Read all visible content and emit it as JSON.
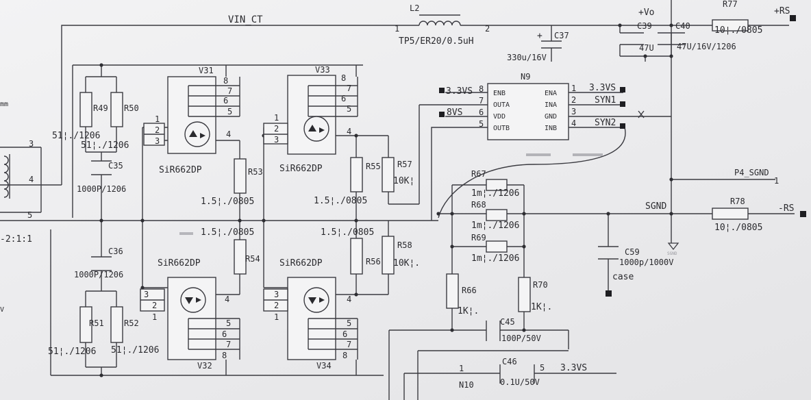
{
  "nets": {
    "vin_ct": "VIN_CT",
    "vo": "+Vo",
    "rs_pos": "+RS",
    "rs_neg": "-RS",
    "sgnd": "SGND",
    "p4_sgnd": "P4_SGND",
    "p4_pin": "1",
    "v33_left": "3.3VS",
    "v33_right": "3.3VS",
    "v33_bottom": "3.3VS",
    "v8": "8VS",
    "syn1": "SYN1",
    "syn2": "SYN2",
    "case": "case",
    "gnd_sym": "SGND"
  },
  "inductor": {
    "ref": "L2",
    "pin1": "1",
    "pin2": "2",
    "value": "TP5/ER20/0.5uH"
  },
  "caps": {
    "c37": {
      "ref": "C37",
      "value": "330u/16V",
      "polarity": "+"
    },
    "c39": {
      "ref": "C39",
      "value": "47U"
    },
    "c40": {
      "ref": "C40",
      "value": "47U/16V/1206"
    },
    "c35": {
      "ref": "C35",
      "value": "1000P/1206"
    },
    "c36": {
      "ref": "C36",
      "value": "1000P/1206"
    },
    "c59": {
      "ref": "C59",
      "value": "1000p/1000V"
    },
    "c45": {
      "ref": "C45",
      "value": "100P/50V"
    },
    "c46": {
      "ref": "C46",
      "value": "0.1U/50V"
    }
  },
  "resistors": {
    "r77": {
      "ref": "R77",
      "value": "10¦./0805"
    },
    "r78": {
      "ref": "R78",
      "value": "10¦./0805"
    },
    "r49": {
      "ref": "R49"
    },
    "r50": {
      "ref": "R50"
    },
    "r49_50_val1": "51¦./1206",
    "r49_50_val2": "51¦./1206",
    "r51": {
      "ref": "R51"
    },
    "r52": {
      "ref": "R52"
    },
    "r51_val": "51¦./1206",
    "r52_val": "51¦./1206",
    "r53": {
      "ref": "R53",
      "value": "1.5¦./0805"
    },
    "r54": {
      "ref": "R54",
      "value": "1.5¦./0805"
    },
    "r55": {
      "ref": "R55",
      "value": "1.5¦./0805"
    },
    "r56": {
      "ref": "R56",
      "value": "1.5¦./0805"
    },
    "r57": {
      "ref": "R57",
      "value": "10K¦"
    },
    "r58": {
      "ref": "R58",
      "value": "10K¦."
    },
    "r67": {
      "ref": "R67",
      "value": "1m¦./1206"
    },
    "r68": {
      "ref": "R68",
      "value": "1m¦./1206"
    },
    "r69": {
      "ref": "R69",
      "value": "1m¦./1206"
    },
    "r66": {
      "ref": "R66",
      "value": "1K¦."
    },
    "r70": {
      "ref": "R70",
      "value": "1K¦."
    }
  },
  "mosfets": {
    "v31": {
      "ref": "V31",
      "part": "SiR662DP"
    },
    "v32": {
      "ref": "V32",
      "part": "SiR662DP"
    },
    "v33": {
      "ref": "V33",
      "part": "SiR662DP"
    },
    "v34": {
      "ref": "V34",
      "part": "SiR662DP"
    },
    "pins": {
      "p1": "1",
      "p2": "2",
      "p3": "3",
      "p4": "4",
      "p5": "5",
      "p6": "6",
      "p7": "7",
      "p8": "8"
    }
  },
  "n9": {
    "ref": "N9",
    "left": [
      {
        "pin": "8",
        "name": "ENB"
      },
      {
        "pin": "7",
        "name": "OUTA"
      },
      {
        "pin": "6",
        "name": "VDD"
      },
      {
        "pin": "5",
        "name": "OUTB"
      }
    ],
    "right": [
      {
        "pin": "1",
        "name": "ENA"
      },
      {
        "pin": "2",
        "name": "INA"
      },
      {
        "pin": "3",
        "name": "GND"
      },
      {
        "pin": "4",
        "name": "INB"
      }
    ]
  },
  "n10": {
    "ref": "N10",
    "pin1": "1",
    "pin5": "5"
  },
  "transformer": {
    "ratio": "-2:1:1",
    "pin3": "3",
    "pin4": "4",
    "pin5": "5",
    "edge_top": "mm",
    "edge_bottom": "V"
  }
}
